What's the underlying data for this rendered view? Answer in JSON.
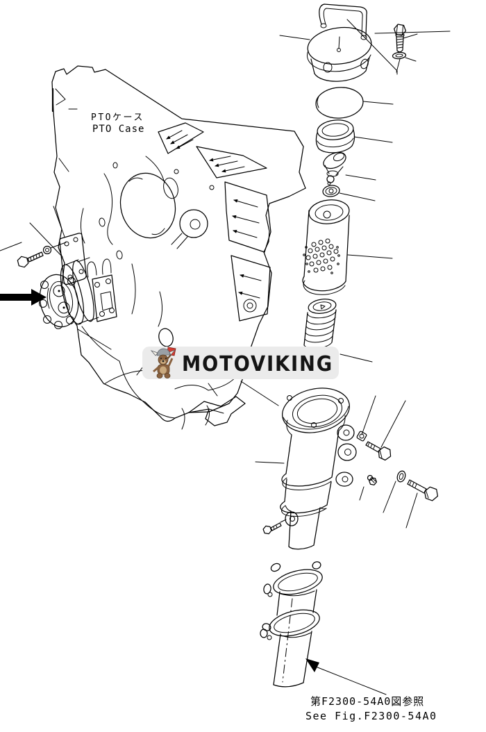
{
  "diagram": {
    "type": "exploded-parts-diagram",
    "background_color": "#ffffff",
    "line_color": "#000000",
    "labels": {
      "pto_case_jp": "PTOケース",
      "pto_case_en": "PTO Case"
    },
    "reference": {
      "jp": "第F2300-54A0図参照",
      "en": "See Fig.F2300-54A0"
    },
    "watermark": {
      "brand": "MOTOVIKING",
      "mascot_icon": "viking-dog-with-axe",
      "background_color": "#ebebeb",
      "text_color": "#141414",
      "axe_color": "#d63a2f",
      "fur_color": "#8a6240",
      "fur_light_color": "#c9a97e",
      "helmet_color": "#9aa0a6"
    },
    "indicators": {
      "pump_pointer": "solid-black-left-arrow",
      "tube_pointer": "small-reference-arrow"
    },
    "parts": [
      {
        "id": "pto-case"
      },
      {
        "id": "gear-pump"
      },
      {
        "id": "pump-mount-bolt"
      },
      {
        "id": "breather-cap"
      },
      {
        "id": "cap-bolt"
      },
      {
        "id": "cap-washer"
      },
      {
        "id": "cover-gasket"
      },
      {
        "id": "seal-ring"
      },
      {
        "id": "relief-valve"
      },
      {
        "id": "valve-washer"
      },
      {
        "id": "filter-element"
      },
      {
        "id": "filter-spring"
      },
      {
        "id": "filter-housing"
      },
      {
        "id": "housing-bolts-and-washers"
      },
      {
        "id": "housing-plug"
      },
      {
        "id": "drain-bolt"
      },
      {
        "id": "suction-tube"
      },
      {
        "id": "hose-clamps"
      }
    ]
  }
}
